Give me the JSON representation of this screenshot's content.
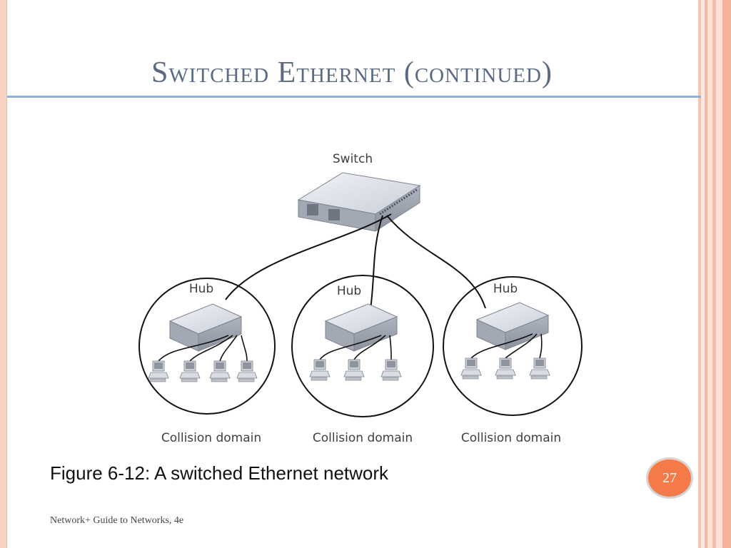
{
  "slide": {
    "title": "Switched Ethernet (continued)",
    "caption": "Figure 6-12: A switched Ethernet network",
    "footer": "Network+ Guide to Networks, 4e",
    "page_number": "27"
  },
  "diagram": {
    "switch_label": "Switch",
    "domains": [
      {
        "hub_label": "Hub",
        "domain_label": "Collision domain",
        "workstations": 4
      },
      {
        "hub_label": "Hub",
        "domain_label": "Collision domain",
        "workstations": 3
      },
      {
        "hub_label": "Hub",
        "domain_label": "Collision domain",
        "workstations": 3
      }
    ]
  },
  "colors": {
    "title": "#5a6a82",
    "rule": "#8fb1d9",
    "badge": "#f47a4a",
    "border": "#f9d2c4"
  }
}
